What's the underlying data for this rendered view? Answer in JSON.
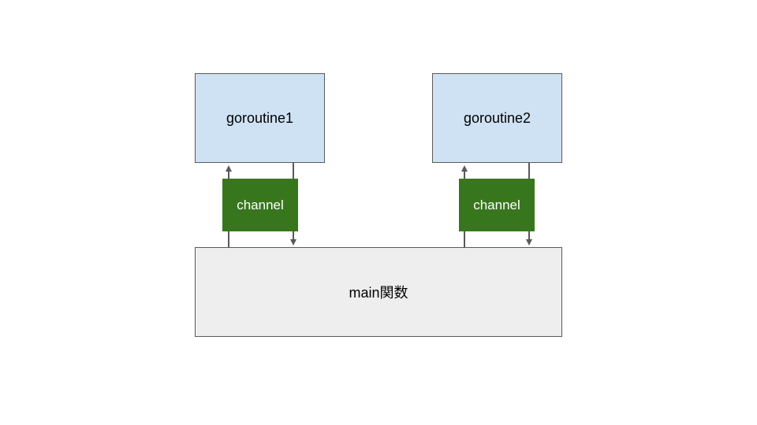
{
  "nodes": {
    "goroutine1": {
      "label": "goroutine1"
    },
    "goroutine2": {
      "label": "goroutine2"
    },
    "channel1": {
      "label": "channel"
    },
    "channel2": {
      "label": "channel"
    },
    "main": {
      "label": "main関数"
    }
  },
  "edges": [
    {
      "from": "main",
      "to": "goroutine1",
      "via": "channel1"
    },
    {
      "from": "goroutine1",
      "to": "main",
      "via": "channel1"
    },
    {
      "from": "main",
      "to": "goroutine2",
      "via": "channel2"
    },
    {
      "from": "goroutine2",
      "to": "main",
      "via": "channel2"
    }
  ],
  "colors": {
    "goroutine_fill": "#cfe2f3",
    "main_fill": "#eeeeee",
    "channel_fill": "#38761d",
    "arrow": "#595959",
    "border": "#595959"
  }
}
